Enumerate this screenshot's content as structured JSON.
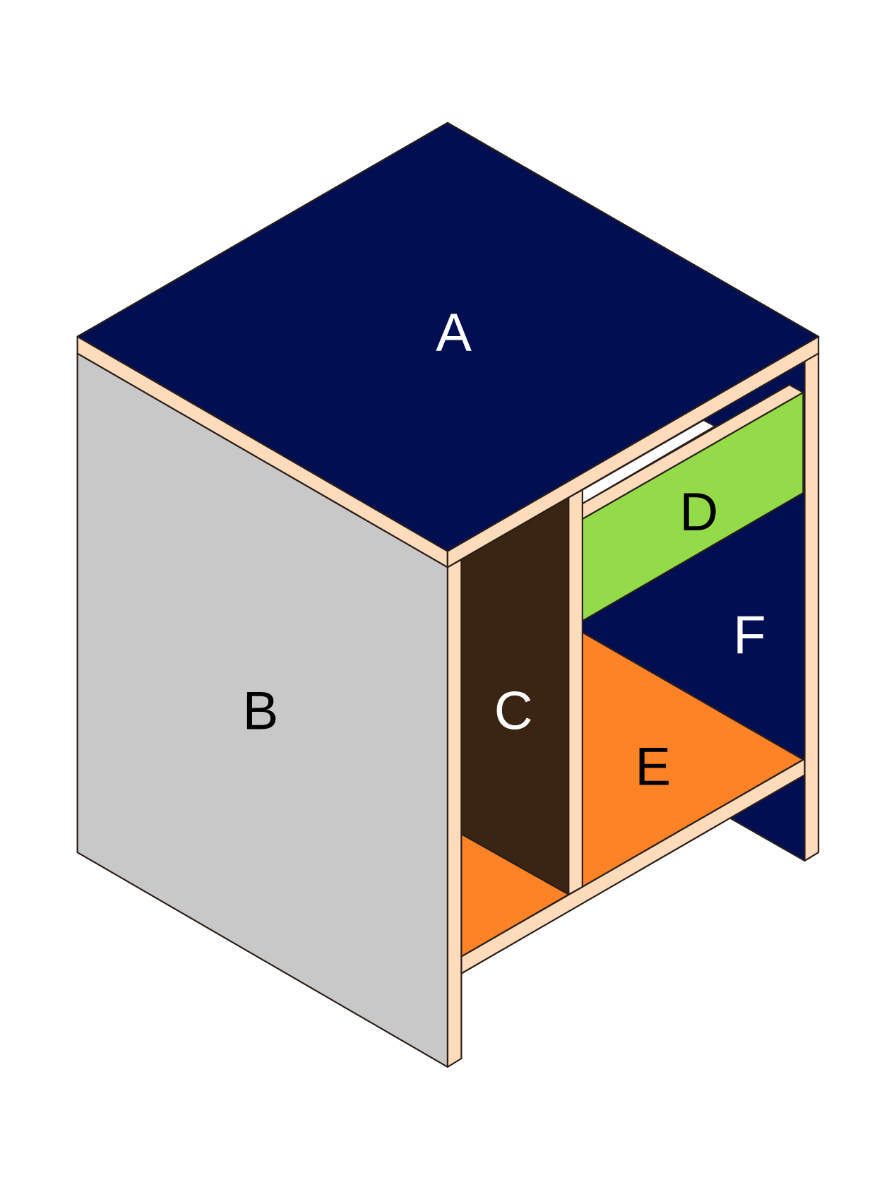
{
  "labels": {
    "A": "A",
    "B": "B",
    "C": "C",
    "D": "D",
    "E": "E",
    "F": "F"
  },
  "colors": {
    "A": "#000f52",
    "B": "#c8c8c8",
    "C": "#3a2412",
    "D": "#93db48",
    "E": "#fe8226",
    "F": "#000f52",
    "edge": "#fddbbb",
    "outline": "#2a1e18"
  }
}
